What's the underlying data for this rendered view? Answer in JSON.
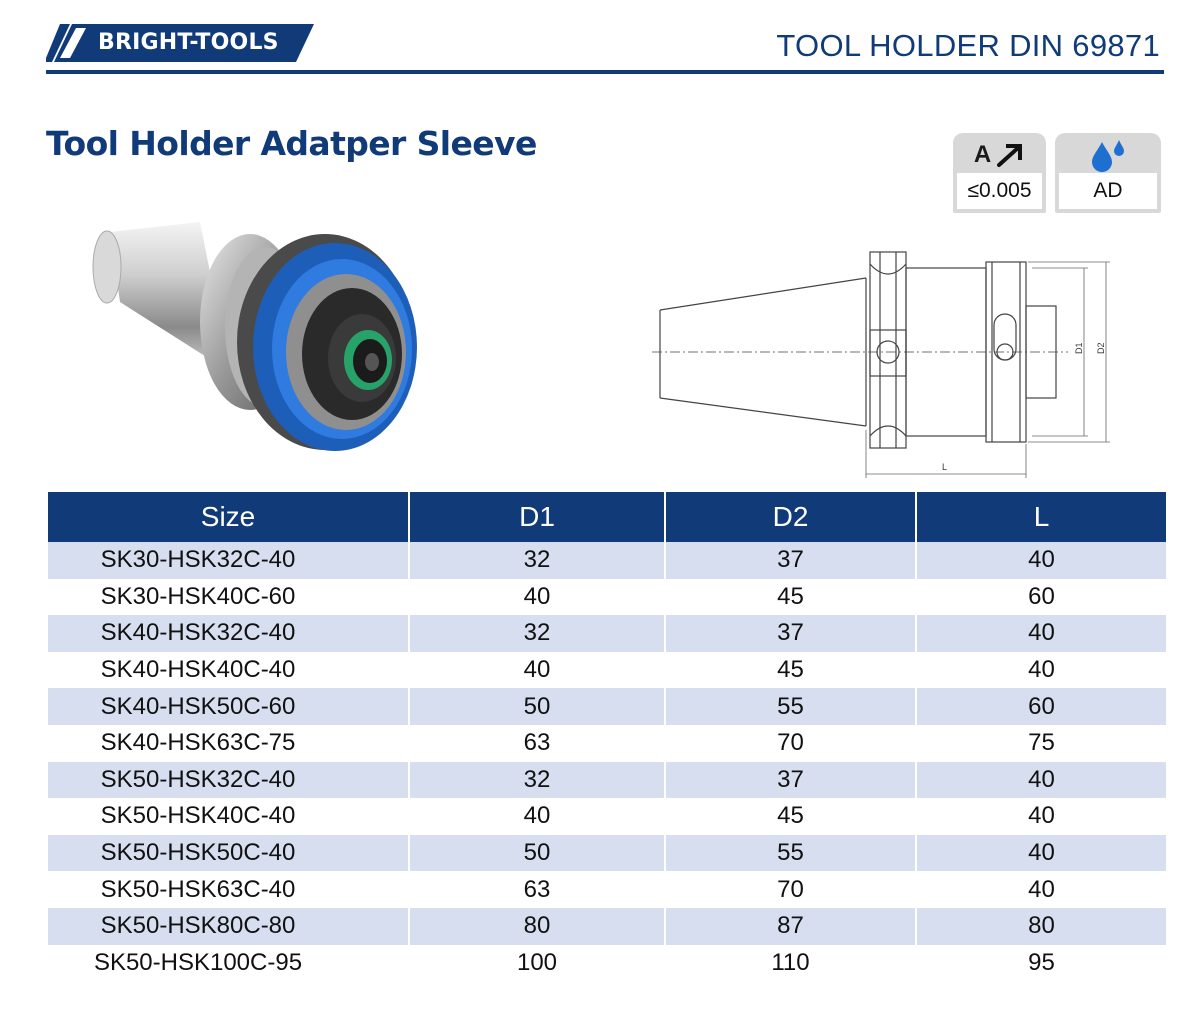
{
  "header": {
    "brand": "BRIGHT-TOOLS",
    "doc_title": "TOOL HOLDER DIN 69871"
  },
  "title": "Tool Holder Adatper Sleeve",
  "badges": {
    "accuracy": {
      "letter": "A",
      "icon": "arrow-up-right-icon",
      "value": "≤0.005"
    },
    "coolant": {
      "icon": "coolant-drops-icon",
      "value": "AD"
    }
  },
  "drawing": {
    "d1_label": "D1",
    "d2_label": "D2",
    "l_label": "L"
  },
  "table": {
    "headers": [
      "Size",
      "D1",
      "D2",
      "L"
    ],
    "rows": [
      [
        "SK30-HSK32C-40",
        "32",
        "37",
        "40"
      ],
      [
        "SK30-HSK40C-60",
        "40",
        "45",
        "60"
      ],
      [
        "SK40-HSK32C-40",
        "32",
        "37",
        "40"
      ],
      [
        "SK40-HSK40C-40",
        "40",
        "45",
        "40"
      ],
      [
        "SK40-HSK50C-60",
        "50",
        "55",
        "60"
      ],
      [
        "SK40-HSK63C-75",
        "63",
        "70",
        "75"
      ],
      [
        "SK50-HSK32C-40",
        "32",
        "37",
        "40"
      ],
      [
        "SK50-HSK40C-40",
        "40",
        "45",
        "40"
      ],
      [
        "SK50-HSK50C-40",
        "50",
        "55",
        "40"
      ],
      [
        "SK50-HSK63C-40",
        "63",
        "70",
        "40"
      ],
      [
        "SK50-HSK80C-80",
        "80",
        "87",
        "80"
      ],
      [
        "SK50-HSK100C-95",
        "100",
        "110",
        "95"
      ]
    ]
  },
  "colors": {
    "brand_navy": "#103a78",
    "row_alt": "#d6deef",
    "badge_grey": "#d8d8d8",
    "accent_blue": "#1f6fd1"
  }
}
